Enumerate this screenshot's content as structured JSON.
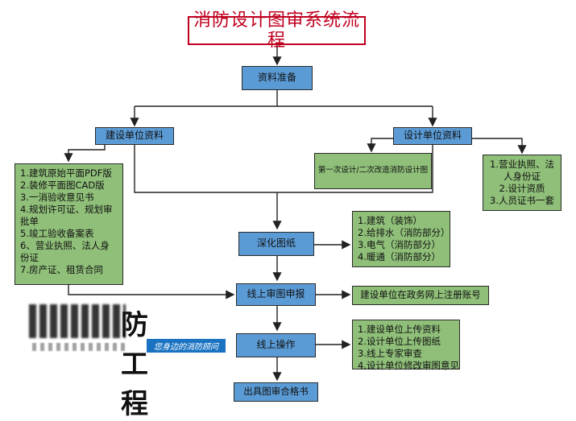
{
  "title": "消防设计图审系统流程",
  "nodes": {
    "prepare": "资料准备",
    "builder": "建设单位资料",
    "designer": "设计单位资料",
    "redesign": "第一次设计/二次改造消防设计图",
    "deepen": "深化图纸",
    "online_apply": "线上审图申报",
    "online_op": "线上操作",
    "certificate": "出具图审合格书"
  },
  "builder_docs": [
    "1.建筑原始平面PDF版",
    "2.装修平面图CAD版",
    "3.一消验收意见书",
    "4.规划许可证、规划审",
    "批单",
    "5.竣工验收备案表",
    "6、营业执照、法人身",
    "份证",
    "7.房产证、租赁合同"
  ],
  "designer_docs": [
    "1.营业执照、法",
    "人身份证",
    "2.设计资质",
    "3.人员证书一套"
  ],
  "deepen_items": [
    "1.建筑（装饰）",
    "2.给排水（消防部分）",
    "3.电气（消防部分）",
    "4.暖通（消防部分）"
  ],
  "register_note": "建设单位在政务网上注册账号",
  "online_steps": [
    "1.建设单位上传资料",
    "2.设计单位上传图纸",
    "3.线上专家审查",
    "4.设计单位修改审图意见"
  ],
  "watermark": {
    "main": "防工程",
    "sub": "您身边的消防顾问"
  },
  "colors": {
    "process_fill": "#5b9bd5",
    "doc_fill": "#8fbf79",
    "title_text": "#c0001f"
  }
}
